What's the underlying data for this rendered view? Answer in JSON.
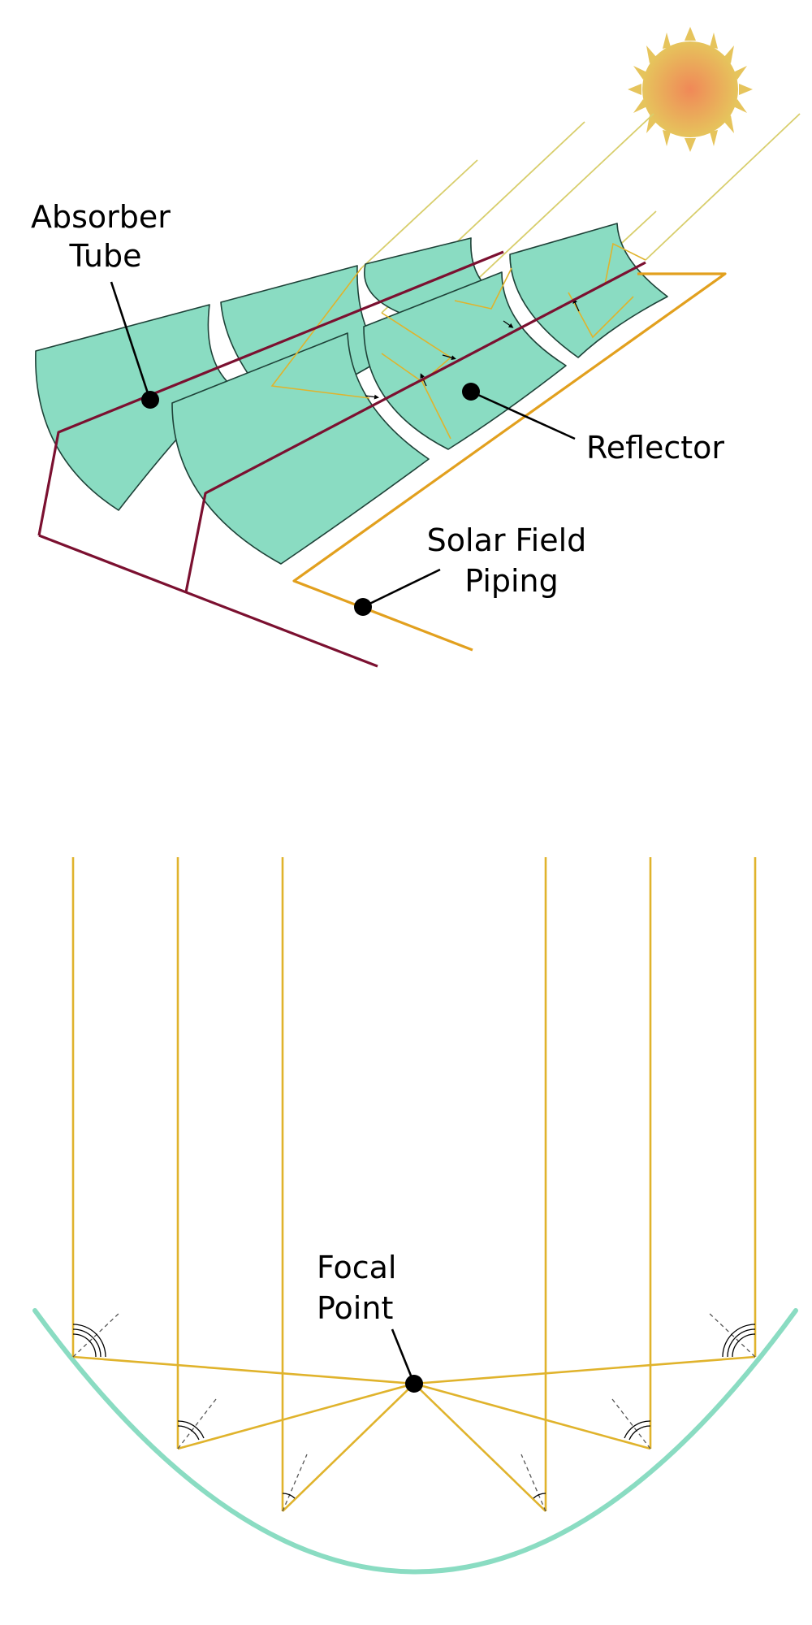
{
  "labels": {
    "absorber_tube": [
      "Absorber",
      "Tube"
    ],
    "reflector": "Reflector",
    "solar_field_piping": [
      "Solar Field",
      "Piping"
    ],
    "focal_point": [
      "Focal",
      "Point"
    ]
  },
  "colors": {
    "reflector_fill": "#8adcc2",
    "reflector_edge": "#1e4238",
    "absorber_tube": "#7b1030",
    "solar_field_piping": "#e2a01e",
    "sun_ray": "#d8ce6c",
    "reflected_ray": "#e0b32c",
    "parabola_curve": "#8adcc2",
    "sun_core": "#f08858",
    "sun_rim": "#e6c45c",
    "leader_line": "#000000"
  }
}
